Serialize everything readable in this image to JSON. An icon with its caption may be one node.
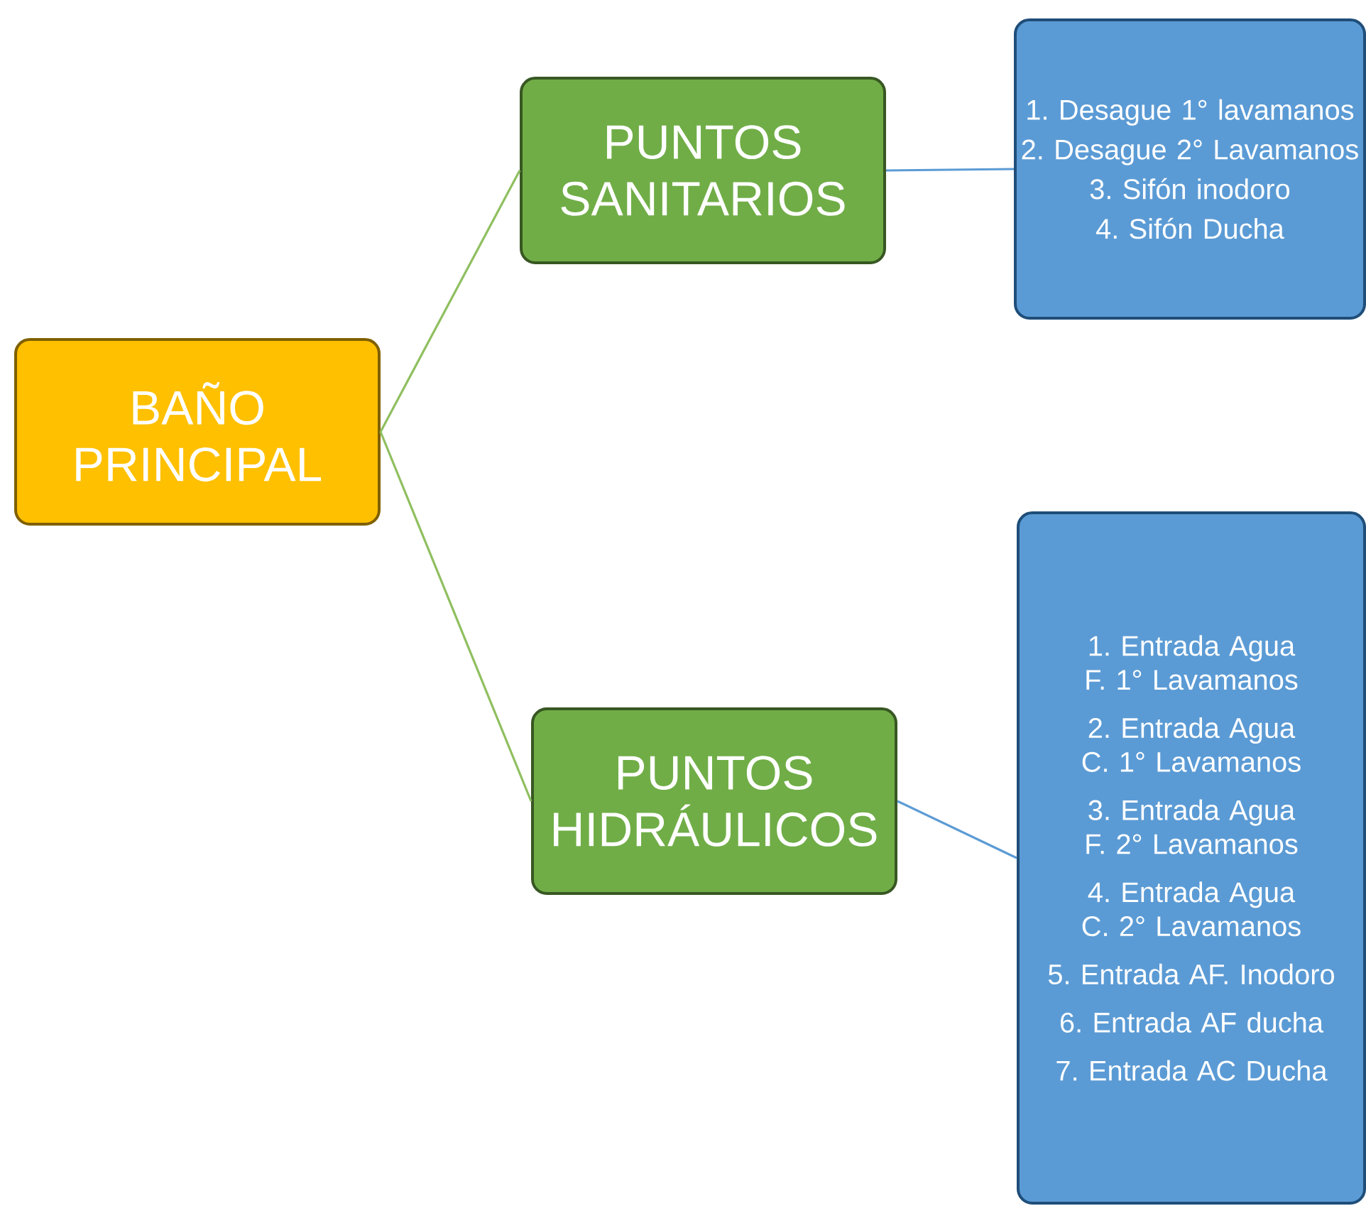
{
  "diagram": {
    "nodes": [
      {
        "text": [
          "BAÑO PRINCIPAL"
        ]
      },
      {
        "text": [
          "PUNTOS SANITARIOS"
        ]
      },
      {
        "text": [
          "PUNTOS HIDRÁULICOS"
        ]
      },
      {
        "text": [
          "1. Desague 1° lavamanos",
          "2. Desague 2° Lavamanos",
          "3. Sifón inodoro",
          "4. Sifón Ducha"
        ]
      },
      {
        "text": [
          "1. Entrada Agua F. 1° Lavamanos",
          "2. Entrada Agua C. 1° Lavamanos",
          "3. Entrada Agua F. 2° Lavamanos",
          "4. Entrada Agua C. 2° Lavamanos",
          "5. Entrada AF. Inodoro",
          "6. Entrada AF ducha",
          "7. Entrada AC Ducha"
        ]
      }
    ],
    "edges": [
      {
        "from": 0,
        "to": 1,
        "arrow": "none",
        "color": "#8fbf5f"
      },
      {
        "from": 0,
        "to": 2,
        "arrow": "none",
        "color": "#8fbf5f"
      },
      {
        "from": 1,
        "to": 3,
        "arrow": "none",
        "color": "#5b9bd5"
      },
      {
        "from": 2,
        "to": 4,
        "arrow": "none",
        "color": "#5b9bd5"
      }
    ]
  }
}
